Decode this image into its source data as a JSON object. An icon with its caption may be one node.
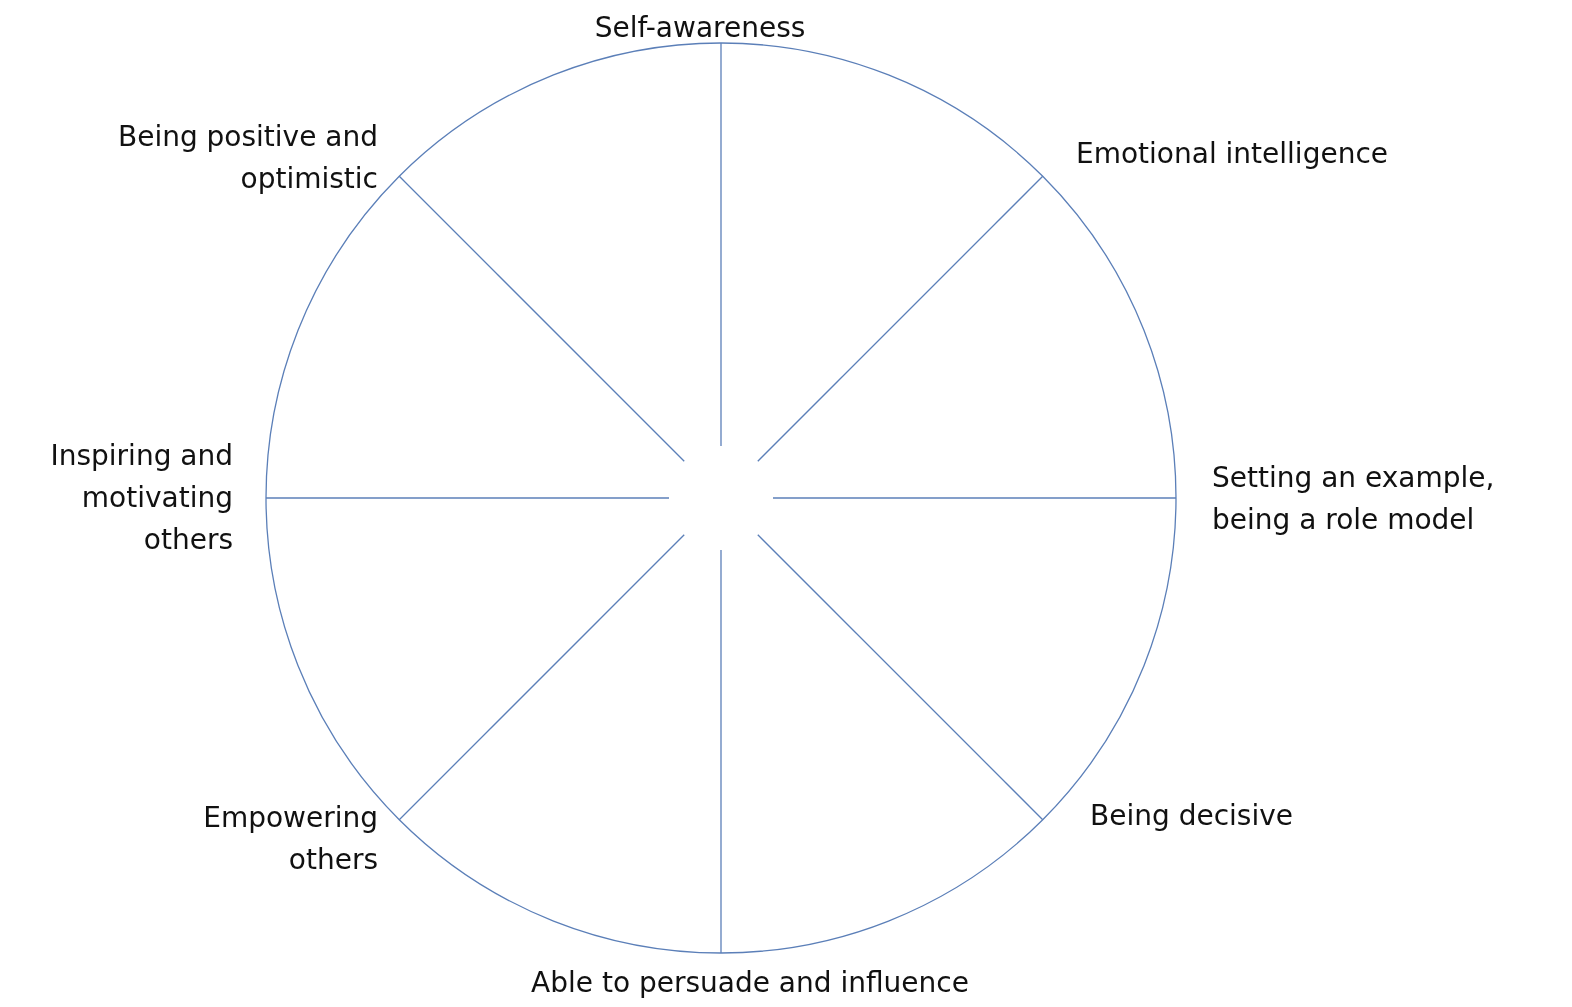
{
  "diagram": {
    "labels": [
      "Self-awareness",
      "Emotional intelligence",
      "Setting an example, being a role model",
      "Being decisive",
      "Able to persuade and influence",
      "Empowering others",
      "Inspiring and motivating others",
      "Being positive and optimistic"
    ]
  }
}
